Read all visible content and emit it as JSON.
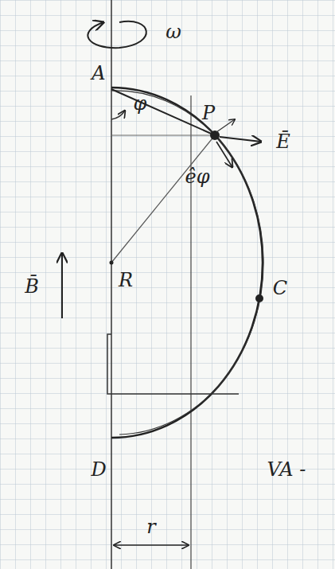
{
  "diagram": {
    "labels": [
      "ω",
      "A",
      "P",
      "Ē",
      "φ",
      "êφ",
      "B̄",
      "R",
      "C",
      "D",
      "VA -",
      "r"
    ]
  }
}
